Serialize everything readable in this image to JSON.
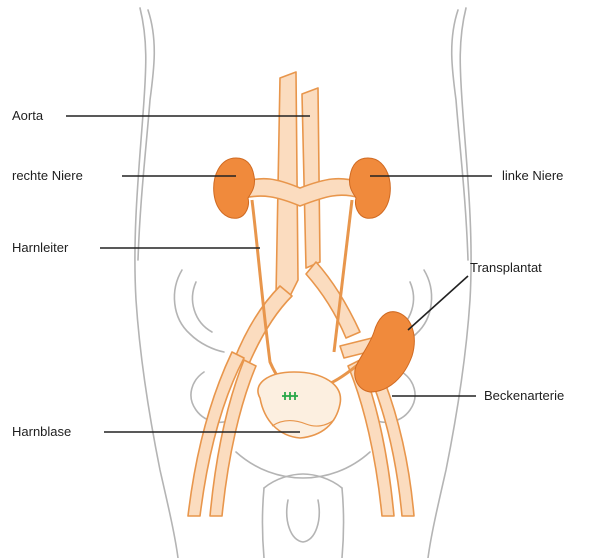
{
  "labels": {
    "aorta": "Aorta",
    "right_kidney": "rechte Niere",
    "left_kidney": "linke Niere",
    "ureter": "Harnleiter",
    "transplant": "Transplantat",
    "pelvic_artery": "Beckenarterie",
    "bladder": "Harnblase"
  },
  "colors": {
    "body_outline": "#b4b4b4",
    "kidney": "#f08a3c",
    "vessel_fill": "#fbdcbf",
    "vessel_edge": "#e8964c",
    "bladder_fill": "#fcefe0",
    "suture": "#2aa84a",
    "leader_line": "#222222"
  }
}
